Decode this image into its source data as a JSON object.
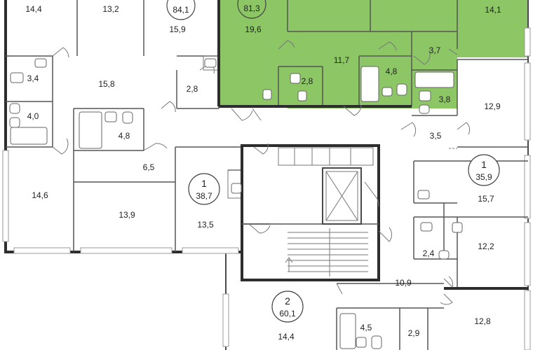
{
  "colors": {
    "highlight": "#8cc665",
    "wall": "#4a4a4a",
    "background": "#ffffff"
  },
  "apartments": [
    {
      "id": "apt-top-left",
      "rooms": null,
      "total": "84,1"
    },
    {
      "id": "apt-selected",
      "rooms": null,
      "total": "81,3"
    },
    {
      "id": "apt-mid-left",
      "rooms": "1",
      "total": "38,7"
    },
    {
      "id": "apt-right",
      "rooms": "1",
      "total": "35,9"
    },
    {
      "id": "apt-bottom",
      "rooms": "2",
      "total": "60,1"
    }
  ],
  "rooms": [
    "14,4",
    "13,2",
    "15,9",
    "19,6",
    "14,1",
    "11,7",
    "3,7",
    "3,4",
    "15,8",
    "2,8",
    "2,8",
    "4,8",
    "4,0",
    "4,8",
    "3,8",
    "12,9",
    "3,5",
    "6,5",
    "14,6",
    "13,9",
    "13,5",
    "15,7",
    "2,4",
    "12,2",
    "10,9",
    "4,5",
    "2,9",
    "12,8",
    "14,4"
  ]
}
